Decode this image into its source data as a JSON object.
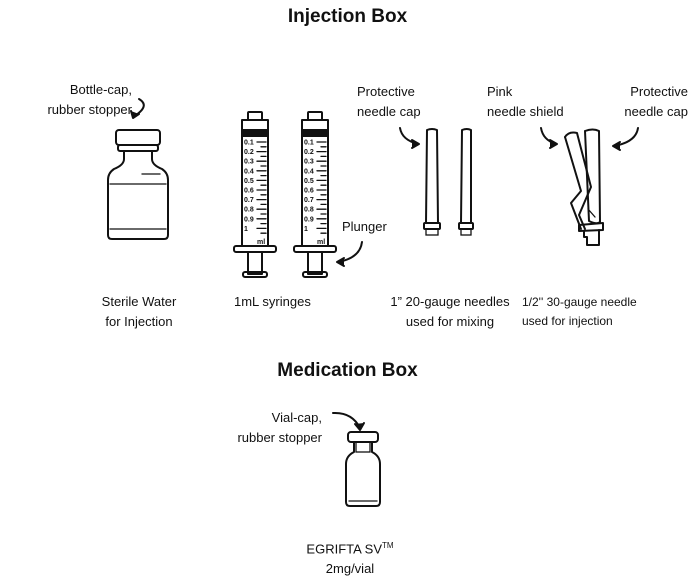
{
  "sections": {
    "injection_box": {
      "title": "Injection Box",
      "items": {
        "water": {
          "callout_line1": "Bottle-cap,",
          "callout_line2": "rubber stopper",
          "caption_line1": "Sterile Water",
          "caption_line2": "for Injection"
        },
        "syringes": {
          "callout": "Plunger",
          "caption": "1mL syringes",
          "scale": [
            "0.1",
            "0.2",
            "0.3",
            "0.4",
            "0.5",
            "0.6",
            "0.7",
            "0.8",
            "0.9",
            "1"
          ],
          "unit": "ml"
        },
        "mixing_needles": {
          "callout_line1": "Protective",
          "callout_line2": "needle cap",
          "caption_line1": "1” 20-gauge needles",
          "caption_line2": "used for mixing"
        },
        "injection_needle": {
          "shield_line1": "Pink",
          "shield_line2": "needle shield",
          "cap_line1": "Protective",
          "cap_line2": "needle cap",
          "caption_line1": "1/2'' 30-gauge needle",
          "caption_line2": "used for injection"
        }
      }
    },
    "medication_box": {
      "title": "Medication Box",
      "items": {
        "vial": {
          "callout_line1": "Vial-cap,",
          "callout_line2": "rubber stopper",
          "caption_line1": "EGRIFTA SV",
          "caption_tm": "TM",
          "caption_line2": "2mg/vial"
        }
      }
    }
  }
}
